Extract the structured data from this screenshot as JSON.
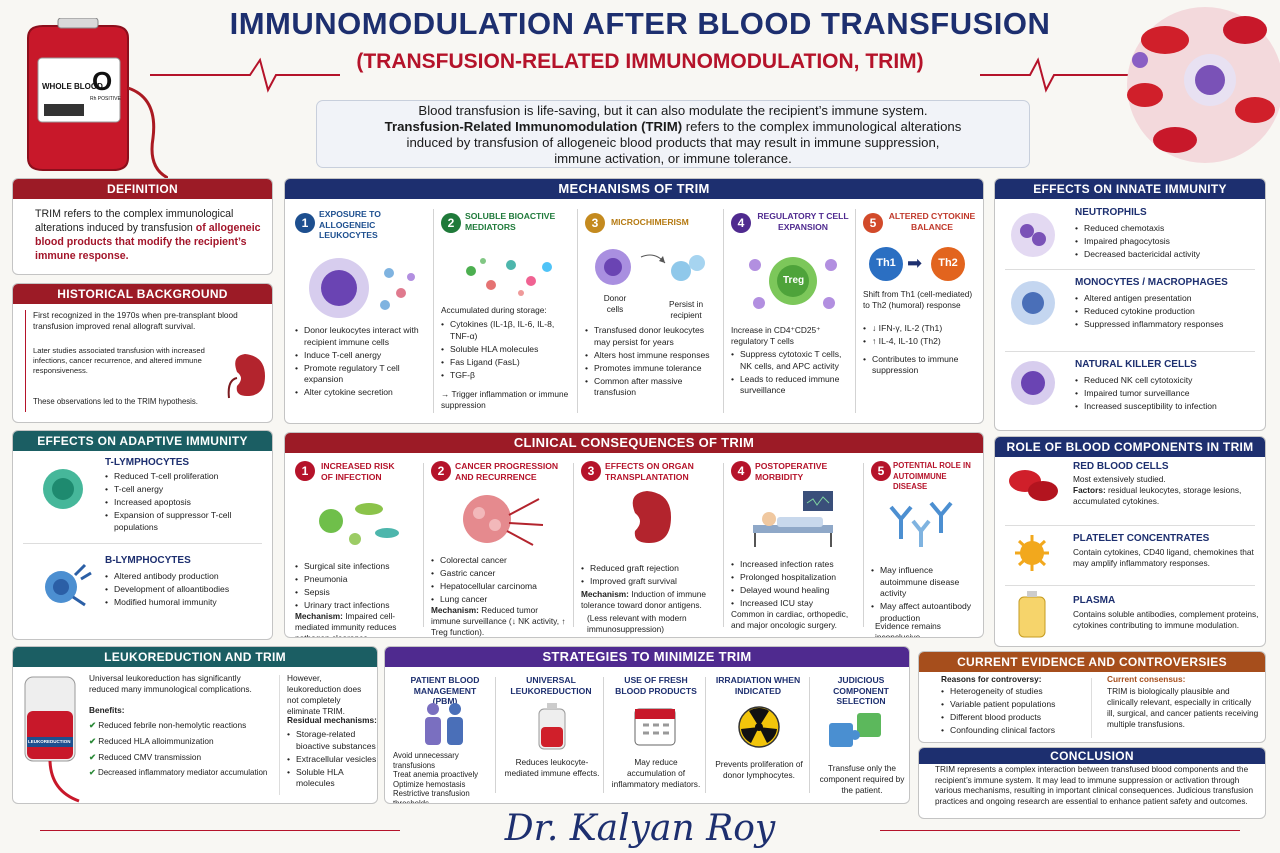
{
  "header": {
    "title": "IMMUNOMODULATION AFTER BLOOD TRANSFUSION",
    "subtitle": "(TRANSFUSION-RELATED IMMUNOMODULATION, TRIM)",
    "intro_1": "Blood transfusion is life-saving, but it can also modulate the recipient’s immune system.",
    "intro_2": "Transfusion-Related Immunomodulation (TRIM)",
    "intro_3": " refers to the complex immunological alterations",
    "intro_4": "induced by transfusion of allogeneic blood products that may result in immune suppression,",
    "intro_5": "immune activation, or immune tolerance.",
    "bag_label": "WHOLE BLOOD",
    "bag_group": "O",
    "bag_rh": "Rh POSITIVE"
  },
  "definition": {
    "title": "DEFINITION",
    "text_1": "TRIM refers to the complex immunological alterations induced by transfusion",
    "text_2": "of allogeneic blood products that modify the recipient’s immune response."
  },
  "history": {
    "title": "HISTORICAL BACKGROUND",
    "items": [
      "First recognized in the 1970s when pre-transplant blood transfusion improved renal allograft survival.",
      "Later studies associated transfusion with increased infections, cancer recurrence, and altered immune responsiveness.",
      "These observations led to the TRIM hypothesis."
    ]
  },
  "adaptive": {
    "title": "EFFECTS ON ADAPTIVE IMMUNITY",
    "t_title": "T-LYMPHOCYTES",
    "t_items": [
      "Reduced T-cell proliferation",
      "T-cell anergy",
      "Increased apoptosis",
      "Expansion of suppressor T-cell populations"
    ],
    "b_title": "B-LYMPHOCYTES",
    "b_items": [
      "Altered antibody production",
      "Development of alloantibodies",
      "Modified humoral immunity"
    ]
  },
  "mechanisms": {
    "title": "MECHANISMS OF TRIM",
    "m1": {
      "num": "1",
      "title": "EXPOSURE TO ALLOGENEIC LEUKOCYTES",
      "items": [
        "Donor leukocytes interact with recipient immune cells",
        "Induce T-cell anergy",
        "Promote regulatory T cell expansion",
        "Alter cytokine secretion"
      ]
    },
    "m2": {
      "num": "2",
      "title": "SOLUBLE BIOACTIVE MEDIATORS",
      "lead": "Accumulated during storage:",
      "items": [
        "Cytokines (IL-1β, IL-6, IL-8, TNF-α)",
        "Soluble HLA molecules",
        "Fas Ligand (FasL)",
        "TGF-β"
      ],
      "arrow": "→ Trigger inflammation or immune suppression"
    },
    "m3": {
      "num": "3",
      "title": "MICROCHIMERISM",
      "donor": "Donor cells",
      "persist": "Persist in recipient",
      "items": [
        "Transfused donor leukocytes may persist for years",
        "Alters host immune responses",
        "Promotes immune tolerance",
        "Common after massive transfusion"
      ]
    },
    "m4": {
      "num": "4",
      "title": "REGULATORY T CELL EXPANSION",
      "treg": "Treg",
      "lead": "Increase in CD4⁺CD25⁺ regulatory T cells",
      "items": [
        "Suppress cytotoxic T cells, NK cells, and APC activity",
        "Leads to reduced immune surveillance"
      ]
    },
    "m5": {
      "num": "5",
      "title": "ALTERED CYTOKINE BALANCE",
      "th1": "Th1",
      "th2": "Th2",
      "lead": "Shift from Th1 (cell-mediated) to Th2 (humoral) response",
      "items": [
        "↓ IFN-γ, IL-2 (Th1)",
        "↑ IL-4, IL-10 (Th2)",
        "Contributes to immune suppression"
      ]
    }
  },
  "innate": {
    "title": "EFFECTS ON INNATE IMMUNITY",
    "n_title": "NEUTROPHILS",
    "n_items": [
      "Reduced chemotaxis",
      "Impaired phagocytosis",
      "Decreased bactericidal activity"
    ],
    "m_title": "MONOCYTES / MACROPHAGES",
    "m_items": [
      "Altered antigen presentation",
      "Reduced cytokine production",
      "Suppressed inflammatory responses"
    ],
    "k_title": "NATURAL KILLER CELLS",
    "k_items": [
      "Reduced NK cell cytotoxicity",
      "Impaired tumor surveillance",
      "Increased susceptibility to infection"
    ]
  },
  "clinical": {
    "title": "CLINICAL CONSEQUENCES OF TRIM",
    "c1": {
      "num": "1",
      "title": "INCREASED RISK OF INFECTION",
      "items": [
        "Surgical site infections",
        "Pneumonia",
        "Sepsis",
        "Urinary tract infections"
      ],
      "mech": "Mechanism:",
      "mech_text": " Impaired cell-mediated immunity reduces pathogen clearance."
    },
    "c2": {
      "num": "2",
      "title": "CANCER PROGRESSION AND RECURRENCE",
      "items": [
        "Colorectal cancer",
        "Gastric cancer",
        "Hepatocellular carcinoma",
        "Lung cancer"
      ],
      "mech": "Mechanism:",
      "mech_text": " Reduced tumor immune surveillance (↓ NK activity, ↑ Treg function)."
    },
    "c3": {
      "num": "3",
      "title": "EFFECTS ON ORGAN TRANSPLANTATION",
      "items": [
        "Reduced graft rejection",
        "Improved graft survival"
      ],
      "mech": "Mechanism:",
      "mech_text": " Induction of immune tolerance toward donor antigens.",
      "note": "(Less relevant with modern immunosuppression)"
    },
    "c4": {
      "num": "4",
      "title": "POSTOPERATIVE MORBIDITY",
      "items": [
        "Increased infection rates",
        "Prolonged hospitalization",
        "Delayed wound healing",
        "Increased ICU stay"
      ],
      "note": "Common in cardiac, orthopedic, and major oncologic surgery."
    },
    "c5": {
      "num": "5",
      "title": "POTENTIAL ROLE IN AUTOIMMUNE DISEASE",
      "items": [
        "May influence autoimmune disease activity",
        "May affect autoantibody production"
      ],
      "note": "Evidence remains inconclusive."
    }
  },
  "components": {
    "title": "ROLE OF BLOOD COMPONENTS IN TRIM",
    "rbc_title": "RED BLOOD CELLS",
    "rbc_1": "Most extensively studied.",
    "rbc_f": "Factors:",
    "rbc_2": " residual leukocytes, storage lesions, accumulated cytokines.",
    "plt_title": "PLATELET CONCENTRATES",
    "plt_text": "Contain cytokines, CD40 ligand, chemokines that may amplify inflammatory responses.",
    "pl_title": "PLASMA",
    "pl_text": "Contains soluble antibodies, complement proteins, cytokines contributing to immune modulation."
  },
  "leuko": {
    "title": "LEUKOREDUCTION AND TRIM",
    "bag_text": "LEUKOREDUCTION",
    "p1": "Universal leukoreduction has significantly reduced many immunological complications.",
    "benefits": "Benefits:",
    "b_items": [
      "Reduced febrile non-hemolytic reactions",
      "Reduced HLA alloimmunization",
      "Reduced CMV transmission",
      "Decreased inflammatory mediator accumulation"
    ],
    "p2": "However, leukoreduction does not completely eliminate TRIM.",
    "residual": "Residual mechanisms:",
    "r_items": [
      "Storage-related bioactive substances",
      "Extracellular vesicles",
      "Soluble HLA molecules"
    ]
  },
  "strategies": {
    "title": "STRATEGIES TO MINIMIZE TRIM",
    "s1_title": "PATIENT BLOOD MANAGEMENT (PBM)",
    "s1_lines": [
      "Avoid unnecessary transfusions",
      "Treat anemia proactively",
      "Optimize hemostasis",
      "Restrictive transfusion thresholds"
    ],
    "s2_title": "UNIVERSAL LEUKOREDUCTION",
    "s2_text": "Reduces leukocyte-mediated immune effects.",
    "s3_title": "USE OF FRESH BLOOD PRODUCTS",
    "s3_text": "May reduce accumulation of inflammatory mediators.",
    "s4_title": "IRRADIATION WHEN INDICATED",
    "s4_text": "Prevents proliferation of donor lymphocytes.",
    "s5_title": "JUDICIOUS COMPONENT SELECTION",
    "s5_text": "Transfuse only the component required by the patient."
  },
  "evidence": {
    "title": "CURRENT EVIDENCE AND CONTROVERSIES",
    "reasons": "Reasons for controversy:",
    "r_items": [
      "Heterogeneity of studies",
      "Variable patient populations",
      "Different blood products",
      "Confounding clinical factors"
    ],
    "consensus": "Current consensus:",
    "c_text": "TRIM is biologically plausible and clinically relevant, especially in critically ill, surgical, and cancer patients receiving multiple transfusions."
  },
  "conclusion": {
    "title": "CONCLUSION",
    "text": "TRIM represents a complex interaction between transfused blood components and the recipient’s immune system. It may lead to immune suppression or activation through various mechanisms, resulting in important clinical consequences. Judicious transfusion practices and ongoing research are essential to enhance patient safety and outcomes."
  },
  "signature": "Dr. Kalyan Roy",
  "colors": {
    "navy": "#1d2f6f",
    "red": "#9c1b26",
    "teal": "#1b5e63",
    "purple": "#4f2a8f",
    "brown": "#a64e1c"
  }
}
